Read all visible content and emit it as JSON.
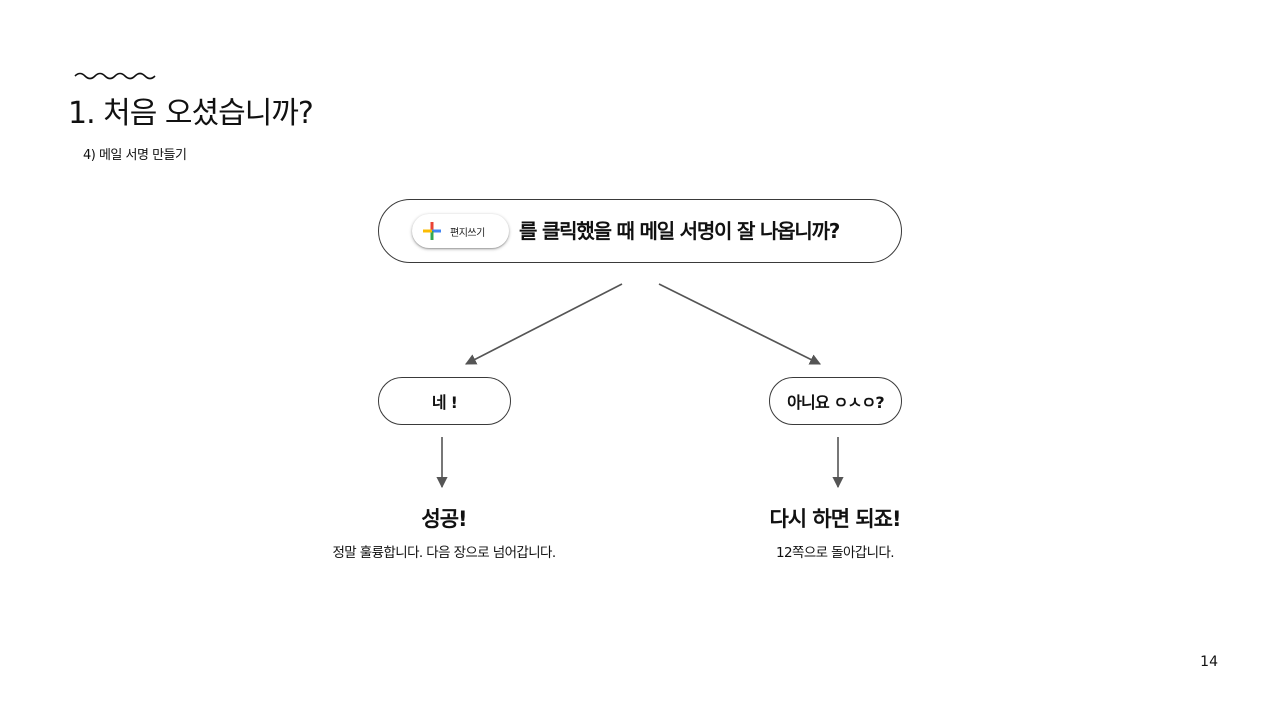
{
  "header": {
    "title": "1. 처음 오셨습니까?",
    "subtitle": "4) 메일 서명 만들기"
  },
  "question": {
    "compose_button_label": "편지쓰기",
    "compose_icon": "plus-multicolor-icon",
    "text": "를 클릭했을 때 메일 서명이 잘 나옵니까?"
  },
  "answers": {
    "yes": "네 !",
    "no": "아니요 ㅇㅅㅇ?"
  },
  "outcomes": {
    "success": {
      "title": "성공!",
      "description": "정말 훌륭합니다. 다음 장으로 넘어갑니다."
    },
    "retry": {
      "title": "다시 하면 되죠!",
      "description": "12쪽으로 돌아갑니다."
    }
  },
  "footer": {
    "page_number": "14"
  },
  "colors": {
    "text": "#111111",
    "border": "#3a3a3a",
    "arrow": "#555555",
    "icon_blue": "#4285F4",
    "icon_red": "#EA4335",
    "icon_yellow": "#FBBC04",
    "icon_green": "#34A853"
  }
}
